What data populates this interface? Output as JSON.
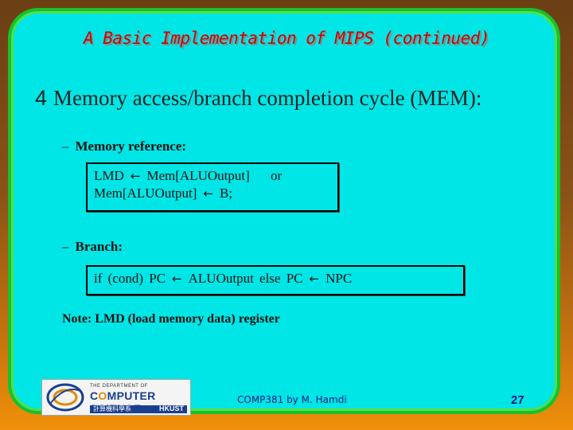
{
  "slide": {
    "title": "A Basic Implementation of MIPS (continued)",
    "bullet_number": "4",
    "bullet_text": "Memory access/branch completion cycle (MEM):",
    "dash": "–",
    "memory_reference": {
      "label": "Memory reference:",
      "line1_left": "LMD",
      "line1_right": "Mem[ALUOutput]",
      "line1_or": "or",
      "line2_left": "Mem[ALUOutput]",
      "line2_right": "B;"
    },
    "branch": {
      "label": "Branch:",
      "part1": "if (cond) PC",
      "part2": "ALUOutput else PC",
      "part3": "NPC"
    },
    "arrow_glyph": "←",
    "note": "Note: LMD (load memory data) register"
  },
  "footer": {
    "logo_small": "THE DEPARTMENT OF",
    "logo_big_1": "C",
    "logo_big_o": "O",
    "logo_big_2": "MPUTER SCIENCE",
    "logo_chinese": "計算機科學系",
    "logo_school": "HKUST",
    "center": "COMP381 by M. Hamdi",
    "page": "27"
  },
  "colors": {
    "slide_bg": "#00e6e6",
    "border": "#18c12a",
    "title": "#d00000",
    "footer_text": "#001a80"
  }
}
